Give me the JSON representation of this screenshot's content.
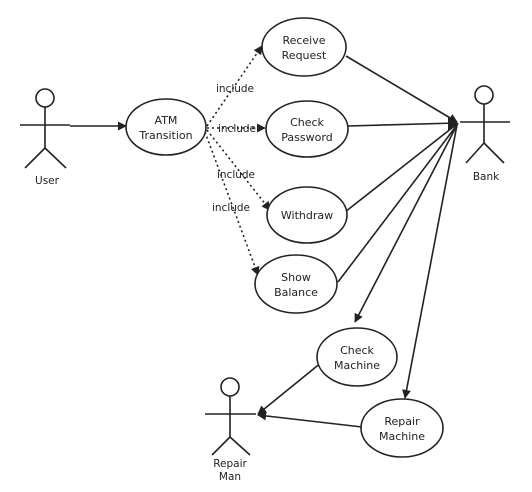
{
  "actors": {
    "user": {
      "label": "User"
    },
    "bank": {
      "label": "Bank"
    },
    "repair_man": {
      "line1": "Repair",
      "line2": "Man"
    }
  },
  "use_cases": {
    "atm_transition": {
      "line1": "ATM",
      "line2": "Transition"
    },
    "receive_request": {
      "line1": "Receive",
      "line2": "Request"
    },
    "check_password": {
      "line1": "Check",
      "line2": "Password"
    },
    "withdraw": {
      "line1": "Withdraw"
    },
    "show_balance": {
      "line1": "Show",
      "line2": "Balance"
    },
    "check_machine": {
      "line1": "Check",
      "line2": "Machine"
    },
    "repair_machine": {
      "line1": "Repair",
      "line2": "Machine"
    }
  },
  "include_labels": {
    "receive_request": "include",
    "check_password": "include",
    "withdraw": "include",
    "show_balance": "include"
  },
  "colors": {
    "stroke": "#222222",
    "background": "#ffffff"
  }
}
